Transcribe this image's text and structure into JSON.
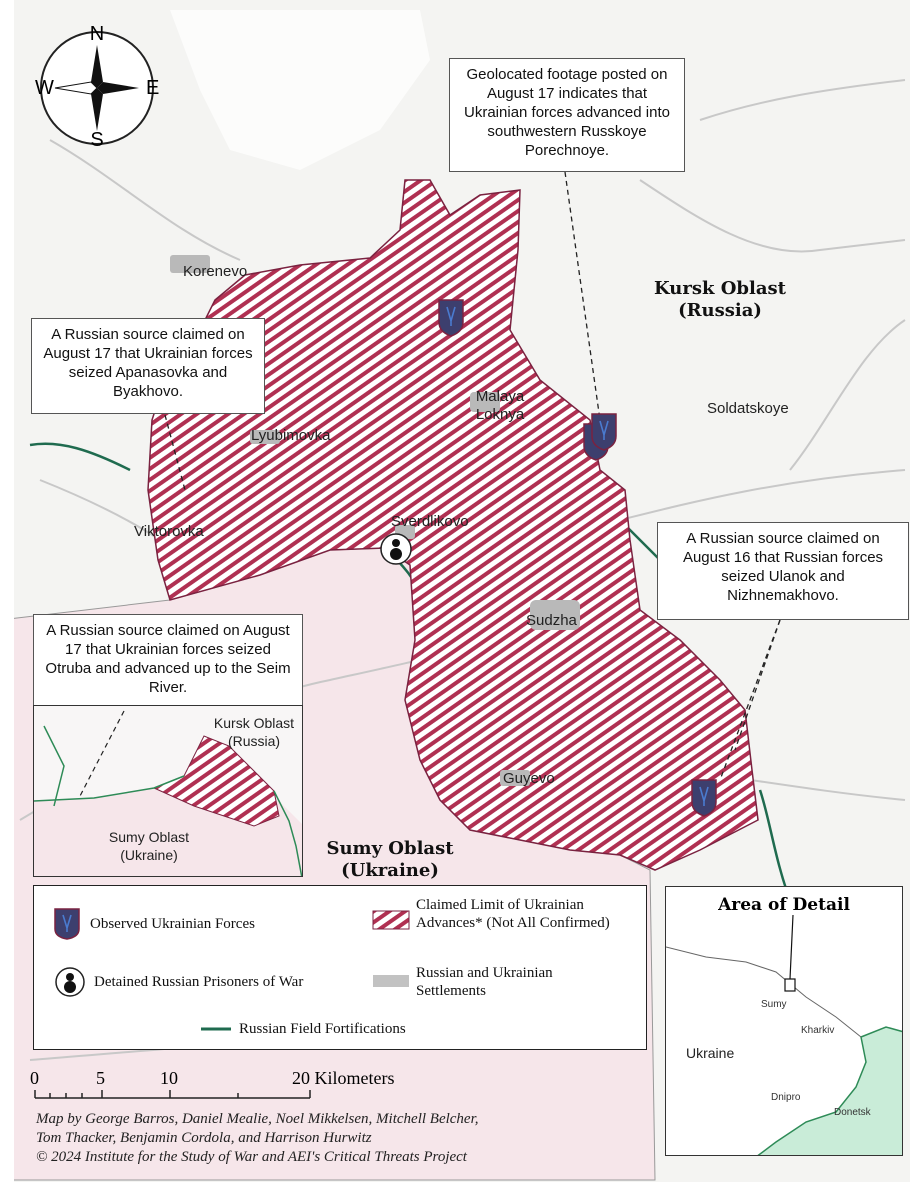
{
  "compass": {
    "n": "N",
    "s": "S",
    "e": "E",
    "w": "W"
  },
  "callouts": {
    "russkoye": "Geolocated footage posted on August 17 indicates that Ukrainian forces advanced into southwestern Russkoye Porechnoye.",
    "apanasovka": "A Russian source claimed on August 17 that Ukrainian forces seized Apanasovka and Byakhovo.",
    "ulanok": "A Russian source claimed on August 16 that Russian forces seized Ulanok and Nizhnemakhovo.",
    "otruba": "A Russian source claimed on August 17 that Ukrainian forces seized Otruba and advanced up to the Seim River."
  },
  "places": {
    "korenevo": "Korenevo",
    "malaya_loknya": "Malaya Loknya",
    "lyubimovka": "Lyubimovka",
    "soldatskoye": "Soldatskoye",
    "viktorovka": "Viktorovka",
    "sverdlikovo": "Sverdlikovo",
    "sudzha": "Sudzha",
    "guyevo": "Guyevo"
  },
  "regions": {
    "kursk": "Kursk Oblast (Russia)",
    "sumy": "Sumy Oblast (Ukraine)"
  },
  "inset_left": {
    "kursk": "Kursk Oblast (Russia)",
    "sumy": "Sumy Oblast (Ukraine)"
  },
  "inset_right": {
    "title": "Area of Detail",
    "sumy": "Sumy",
    "kharkiv": "Kharkiv",
    "ukraine": "Ukraine",
    "dnipro": "Dnipro",
    "donetsk": "Donetsk"
  },
  "legend": {
    "observed": "Observed Ukrainian Forces",
    "claimed": "Claimed Limit of Ukrainian Advances* (Not All Confirmed)",
    "pow": "Detained Russian Prisoners of War",
    "settlements": "Russian and Ukrainian Settlements",
    "fortifications": "Russian Field Fortifications"
  },
  "scale": {
    "t0": "0",
    "t5": "5",
    "t10": "10",
    "t20": "20 Kilometers"
  },
  "credit": {
    "line1": "Map by George Barros, Daniel Mealie, Noel Mikkelsen, Mitchell Belcher,",
    "line2": "Tom Thacker, Benjamin Cordola, and Harrison Hurwitz",
    "line3": "© 2024 Institute for the Study of War and AEI's Critical Threats Project"
  },
  "colors": {
    "hatch": "#b03052",
    "ukraine_fill": "#f6e6ea",
    "fortification": "#1f6b4f",
    "shield": "#3d3f6e",
    "occupied": "#c9ecd8",
    "border": "#2e8b57"
  }
}
